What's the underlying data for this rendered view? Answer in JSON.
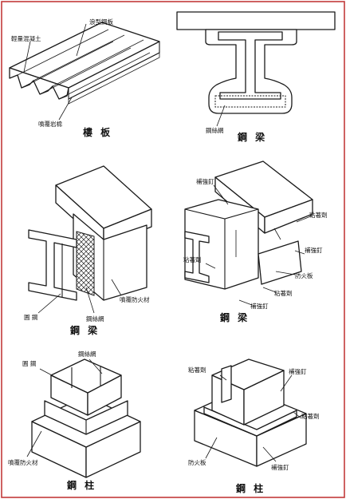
{
  "frame_color": "#c23a3a",
  "panels": {
    "floor_slab": {
      "caption": "樓 板",
      "labels": {
        "lightweight_concrete": "輕量混凝土",
        "deck_plate": "浪型鋼板",
        "sprayed_rockwool": "噴覆岩棉"
      }
    },
    "beam_top_right": {
      "caption": "鋼 梁",
      "labels": {
        "wire_mesh": "鋼絲網"
      }
    },
    "beam_mid_left": {
      "caption": "鋼 梁",
      "labels": {
        "round_steel": "圓 鋼",
        "wire_mesh": "鋼絲網",
        "sprayed_fireproof": "噴覆防火材"
      }
    },
    "beam_mid_right": {
      "caption": "鋼 梁",
      "labels": {
        "reinforce_nail_1": "補強釘",
        "adhesive_1": "粘著劑",
        "reinforce_nail_2": "補強釘",
        "adhesive_2": "粘著劑",
        "fireproof_board": "防火板",
        "adhesive_3": "粘著劑",
        "reinforce_nail_3": "補強釘"
      }
    },
    "column_bottom_left": {
      "caption": "鋼 柱",
      "labels": {
        "round_steel": "圓 鋼",
        "wire_mesh": "鋼絲網",
        "sprayed_fireproof": "噴覆防火材"
      }
    },
    "column_bottom_right": {
      "caption": "鋼 柱",
      "labels": {
        "adhesive_1": "粘著劑",
        "reinforce_nail_1": "補強釘",
        "adhesive_2": "粘著劑",
        "fireproof_board": "防火板",
        "reinforce_nail_2": "補強釘"
      }
    }
  }
}
